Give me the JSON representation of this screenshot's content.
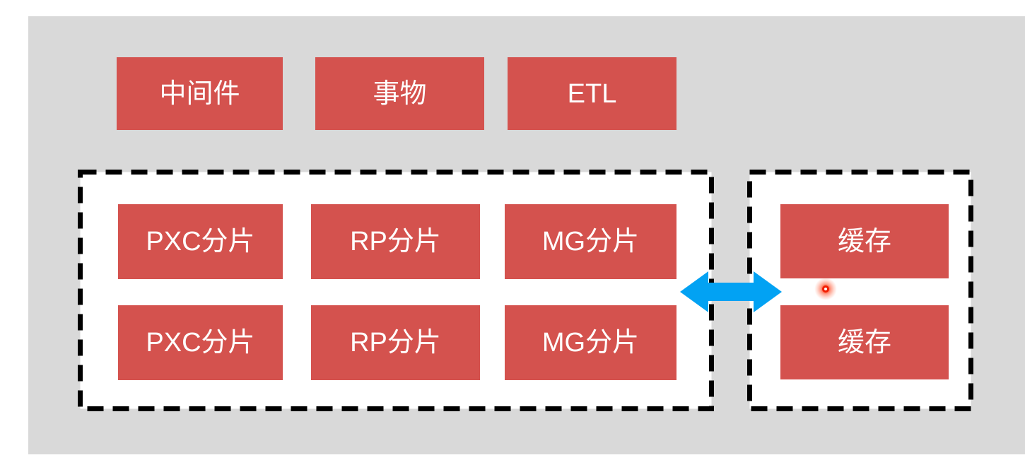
{
  "colors": {
    "page_background": "#FFFFFF",
    "canvas_gray": "#D9D9D9",
    "node_red": "#D4524E",
    "arrow_blue": "#02A2F3",
    "dashed_border_black": "#000000",
    "label_white": "#FFFFFF",
    "cursor_red": "#F21D00"
  },
  "top_row": {
    "boxes": [
      {
        "label": "中间件"
      },
      {
        "label": "事物"
      },
      {
        "label": "ETL"
      }
    ]
  },
  "shard_group": {
    "boxes": [
      {
        "label": "PXC分片"
      },
      {
        "label": "RP分片"
      },
      {
        "label": "MG分片"
      },
      {
        "label": "PXC分片"
      },
      {
        "label": "RP分片"
      },
      {
        "label": "MG分片"
      }
    ]
  },
  "cache_group": {
    "boxes": [
      {
        "label": "缓存"
      },
      {
        "label": "缓存"
      }
    ]
  },
  "connector": {
    "type": "double-headed-arrow"
  },
  "cursor": {
    "type": "click-indicator"
  }
}
